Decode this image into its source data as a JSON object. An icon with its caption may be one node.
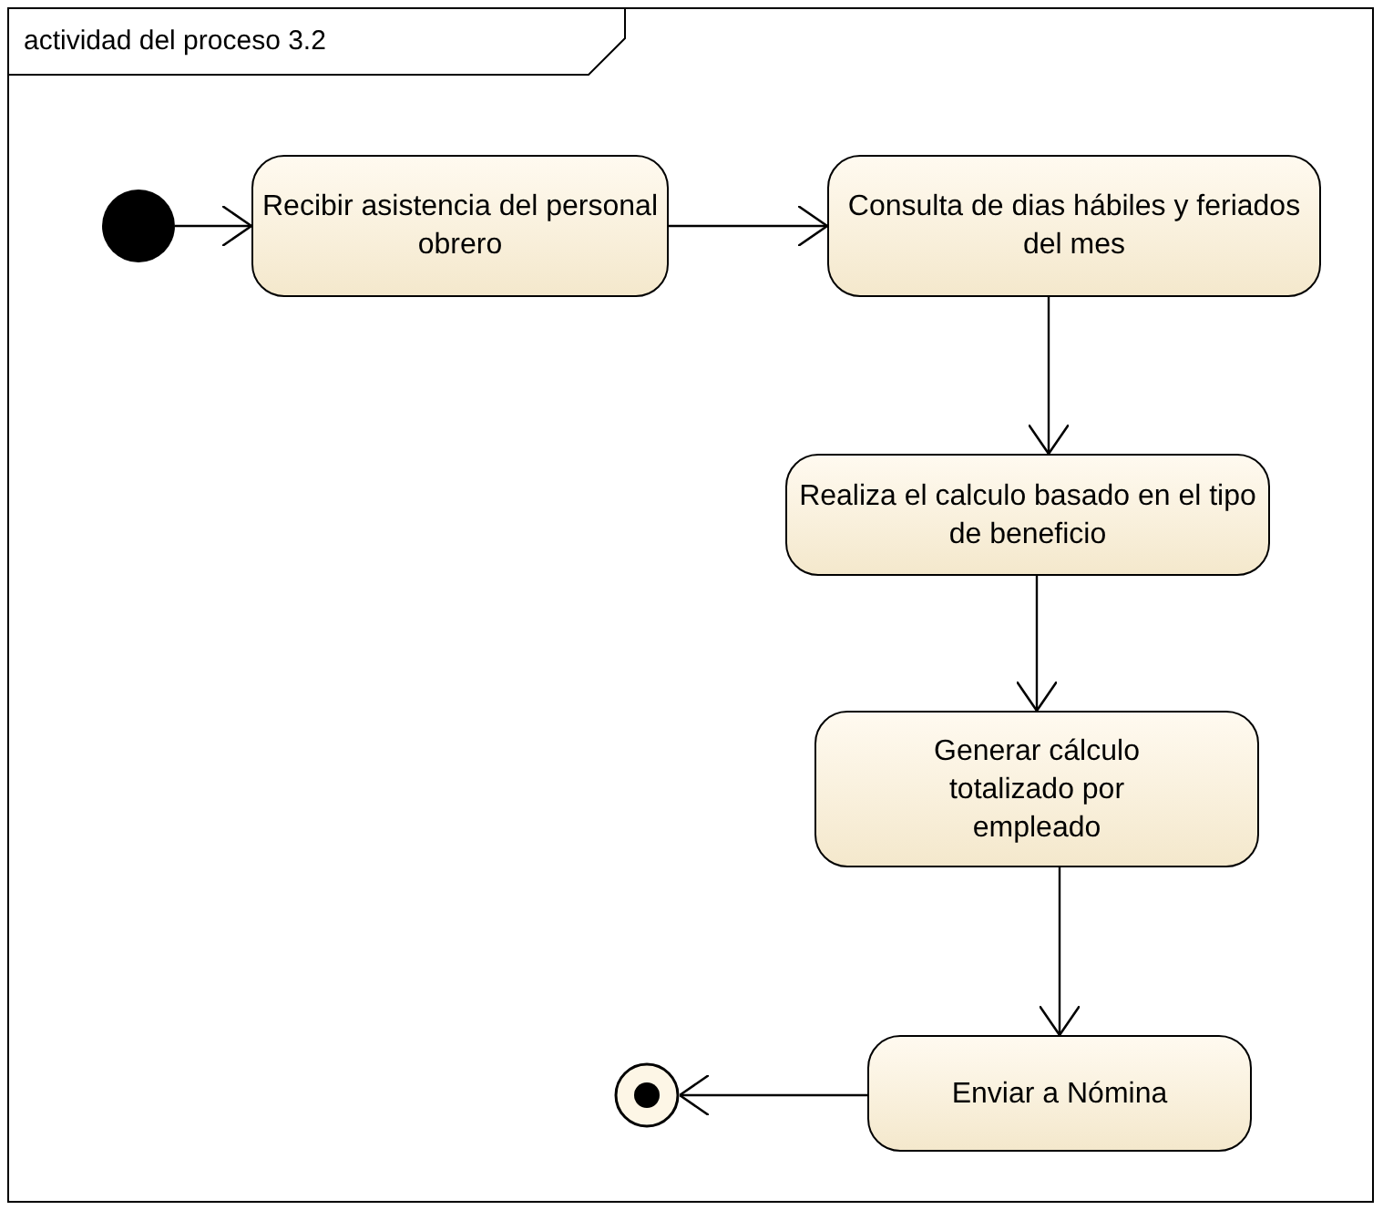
{
  "diagram": {
    "nodes": [
      {
        "text": [
          "actividad del proceso 3.2"
        ]
      },
      {
        "text": [],
        "shape": "circle",
        "in": 0
      },
      {
        "text": [
          "Recibir asistencia del personal obrero"
        ],
        "in": 0
      },
      {
        "text": [
          "Consulta de dias hábiles y feriados del mes"
        ],
        "in": 0
      },
      {
        "text": [
          "Realiza el calculo basado en el tipo de beneficio"
        ],
        "in": 0
      },
      {
        "text": [
          "Generar cálculo totalizado por empleado"
        ],
        "in": 0
      },
      {
        "text": [
          "Enviar a Nómina"
        ],
        "in": 0
      },
      {
        "text": [],
        "shape": "circle",
        "in": 0
      }
    ],
    "edges": [
      {
        "from": 1,
        "to": 2,
        "arrow": "to"
      },
      {
        "from": 2,
        "to": 3,
        "arrow": "to"
      },
      {
        "from": 3,
        "to": 4,
        "arrow": "to"
      },
      {
        "from": 4,
        "to": 5,
        "arrow": "to"
      },
      {
        "from": 5,
        "to": 6,
        "arrow": "to"
      },
      {
        "from": 6,
        "to": 7,
        "arrow": "to"
      }
    ]
  }
}
